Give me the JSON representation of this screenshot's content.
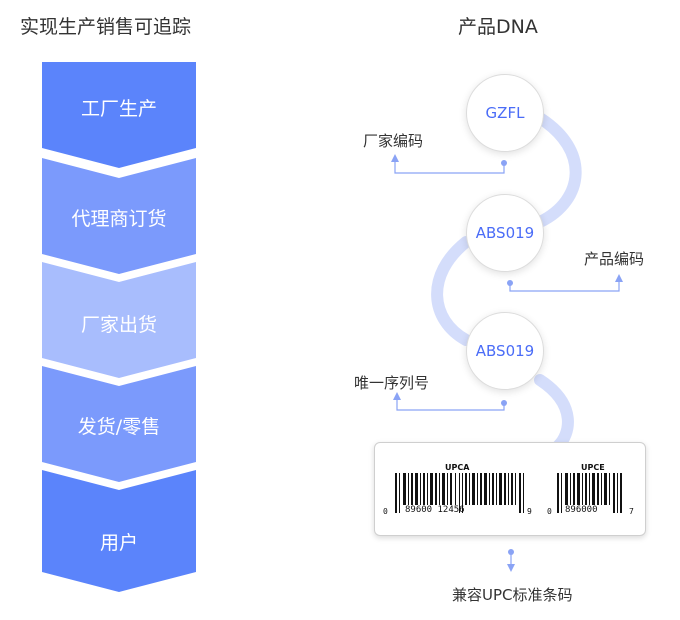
{
  "left_title": "实现生产销售可追踪",
  "right_title": "产品DNA",
  "flow_steps": [
    {
      "label": "工厂生产",
      "color": "#5b84fb"
    },
    {
      "label": "代理商订货",
      "color": "#7b9afc"
    },
    {
      "label": "厂家出货",
      "color": "#a8bdfd"
    },
    {
      "label": "发货/零售",
      "color": "#7b9afc"
    },
    {
      "label": "用户",
      "color": "#5b84fb"
    }
  ],
  "dna": {
    "nodes": [
      "GZFL",
      "ABS019",
      "ABS019"
    ],
    "labels": {
      "manufacturer_code": "厂家编码",
      "product_code": "产品编码",
      "serial_number": "唯一序列号",
      "compatible": "兼容UPC标准条码"
    },
    "line_color": "#8aa3f5",
    "strand_color": "#d4ddfb"
  },
  "barcode": {
    "upca": {
      "title": "UPCA",
      "left_digit": "0",
      "digits": "89600 12456",
      "right_digit": "9"
    },
    "upce": {
      "title": "UPCE",
      "left_digit": "0",
      "digits": "896000",
      "right_digit": "7"
    }
  }
}
